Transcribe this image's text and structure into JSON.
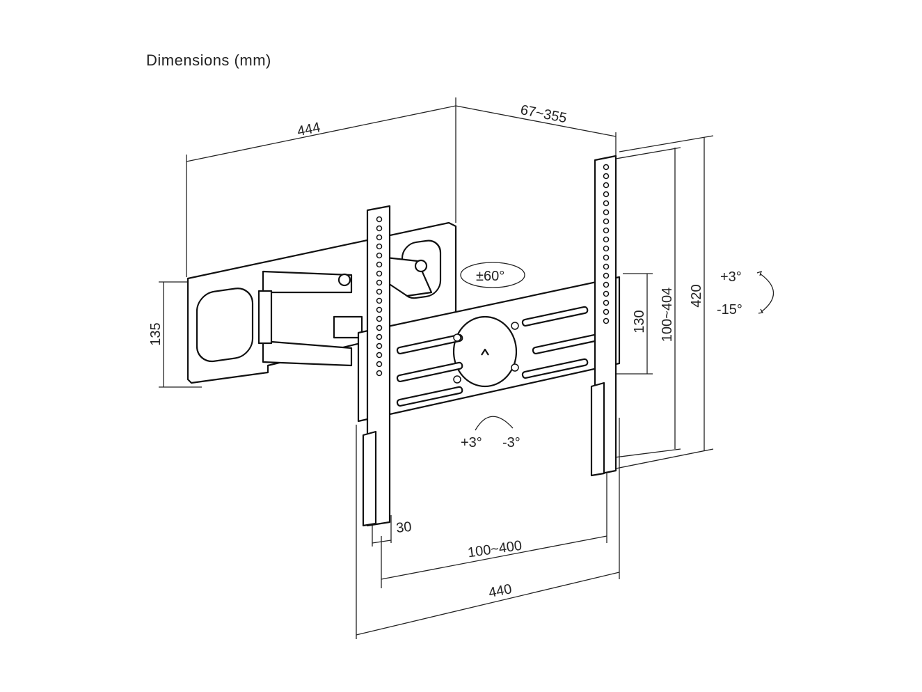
{
  "title": "Dimensions (mm)",
  "dimensions": {
    "width_arm": "444",
    "extension": "67~355",
    "swivel": "±60°",
    "tilt_up": "+3°",
    "tilt_down": "-15°",
    "wall_plate_height": "135",
    "bar_spacing": "130",
    "vesa_vertical": "100~404",
    "rail_height": "420",
    "level_plus": "+3°",
    "level_minus": "-3°",
    "rail_width": "30",
    "vesa_horizontal": "100~400",
    "total_width": "440"
  }
}
